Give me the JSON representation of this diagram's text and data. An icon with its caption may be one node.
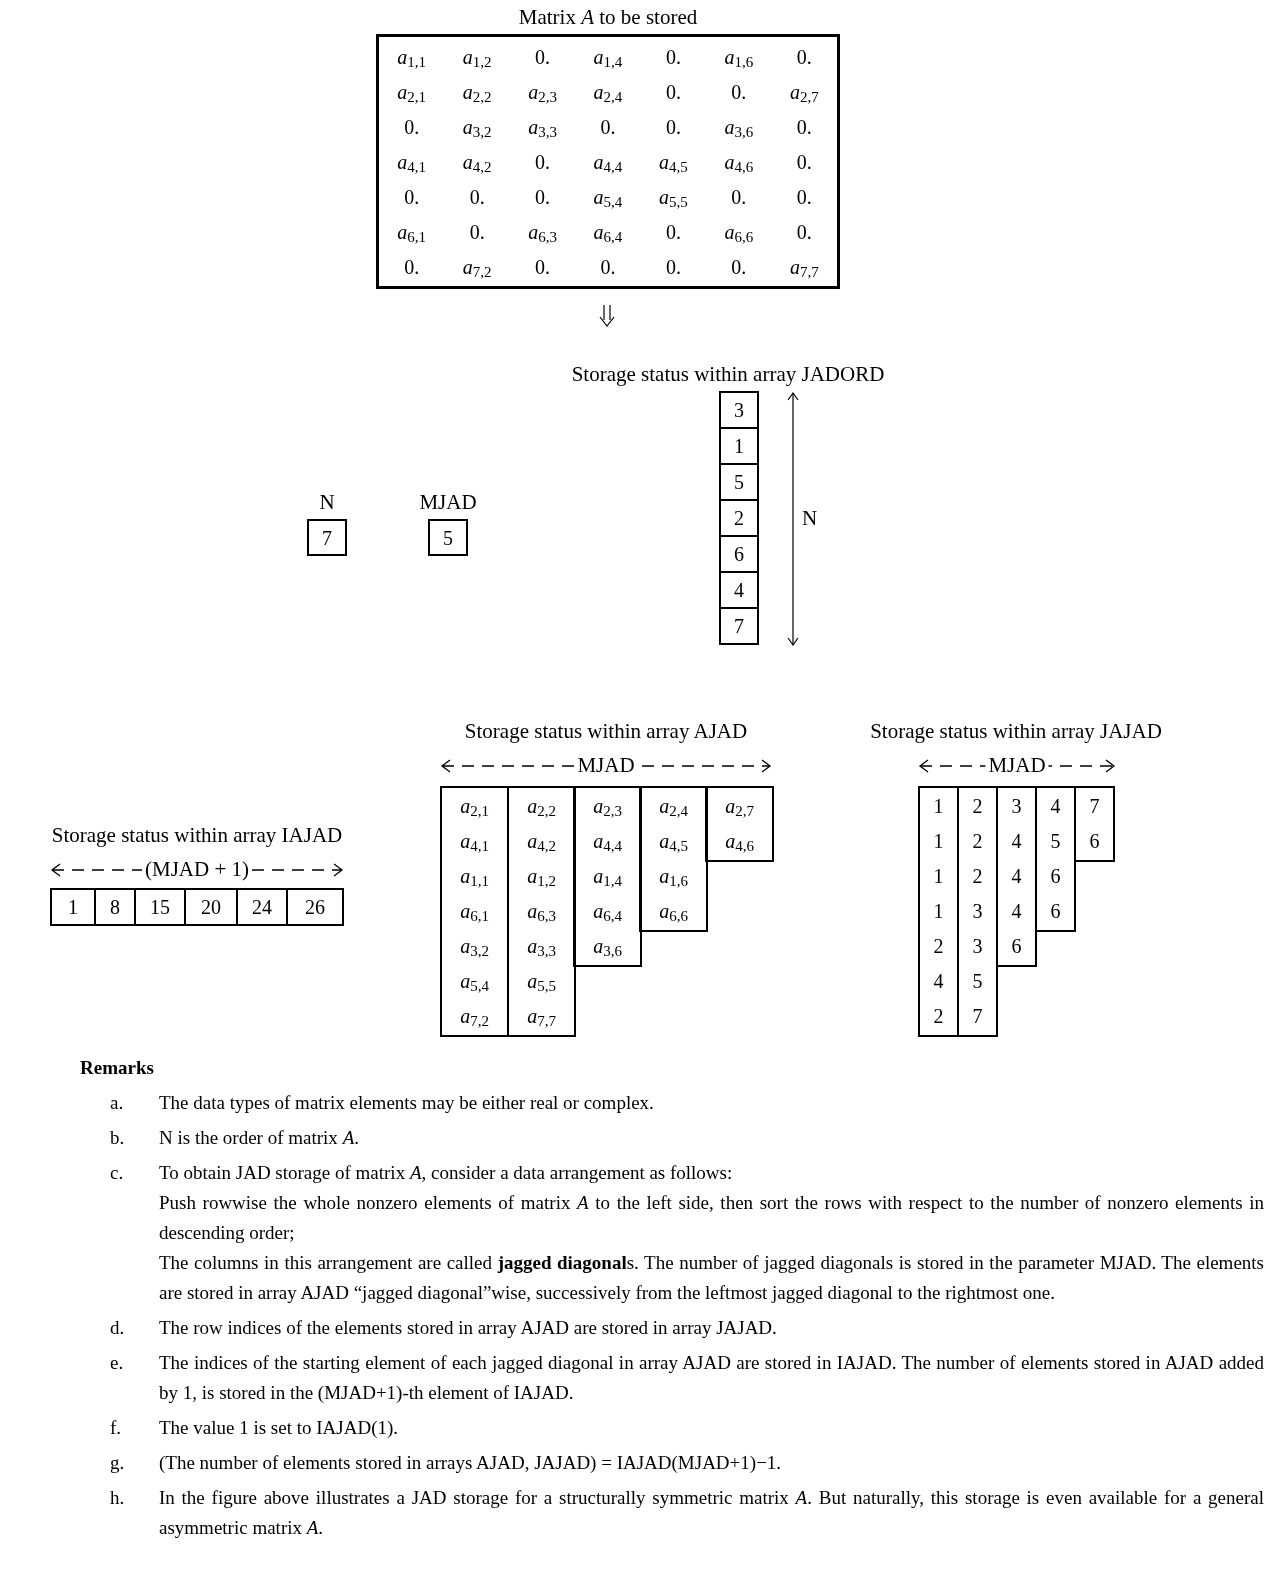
{
  "diagram": {
    "nodes": [
      {
        "text": [
          "Matrix *A* to be stored",
          "*a*$_{1,1}$",
          "*a*$_{1,2}$",
          "0.",
          "*a*$_{1,4}$",
          "0.",
          "*a*$_{1,6}$",
          "0.",
          "*a*$_{2,1}$",
          "*a*$_{2,2}$",
          "*a*$_{2,3}$",
          "*a*$_{2,4}$",
          "0.",
          "0.",
          "*a*$_{2,7}$",
          "0.",
          "*a*$_{3,2}$",
          "*a*$_{3,3}$",
          "0.",
          "0.",
          "*a*$_{3,6}$",
          "0.",
          "*a*$_{4,1}$",
          "*a*$_{4,2}$",
          "0.",
          "*a*$_{4,4}$",
          "*a*$_{4,5}$",
          "*a*$_{4,6}$",
          "0.",
          "0.",
          "0.",
          "0.",
          "*a*$_{5,4}$",
          "*a*$_{5,5}$",
          "0.",
          "0.",
          "*a*$_{6,1}$",
          "0.",
          "*a*$_{6,3}$",
          "*a*$_{6,4}$",
          "0.",
          "*a*$_{6,6}$",
          "0.",
          "0.",
          "*a*$_{7,2}$",
          "0.",
          "0.",
          "0.",
          "0.",
          "*a*$_{7,7}$"
        ]
      },
      {
        "text": [
          "N",
          "7"
        ]
      },
      {
        "text": [
          "MJAD",
          "5"
        ]
      },
      {
        "text": [
          "3"
        ]
      },
      {
        "text": [
          "1"
        ]
      },
      {
        "text": [
          "5"
        ]
      },
      {
        "text": [
          "2"
        ]
      },
      {
        "text": [
          "6"
        ]
      },
      {
        "text": [
          "4"
        ]
      },
      {
        "text": [
          "7"
        ]
      },
      {
        "text": [
          "*a*$_{2,1}$",
          "*a*$_{4,1}$",
          "*a*$_{1,1}$",
          "*a*$_{6,1}$",
          "*a*$_{3,2}$",
          "*a*$_{5,4}$",
          "*a*$_{7,2}$"
        ]
      },
      {
        "text": [
          "*a*$_{2,2}$",
          "*a*$_{4,2}$",
          "*a*$_{1,2}$",
          "*a*$_{6,3}$",
          "*a*$_{3,3}$",
          "*a*$_{5,5}$",
          "*a*$_{7,7}$"
        ]
      },
      {
        "text": [
          "*a*$_{2,3}$",
          "*a*$_{4,4}$",
          "*a*$_{1,4}$",
          "*a*$_{6,4}$",
          "*a*$_{3,6}$"
        ]
      },
      {
        "text": [
          "*a*$_{2,4}$",
          "*a*$_{4,5}$",
          "*a*$_{1,6}$",
          "*a*$_{6,6}$"
        ]
      },
      {
        "text": [
          "*a*$_{2,7}$",
          "*a*$_{4,6}$"
        ]
      },
      {
        "text": [
          "1",
          "1",
          "1",
          "1",
          "2",
          "4",
          "2"
        ]
      },
      {
        "text": [
          "2",
          "2",
          "2",
          "3",
          "3",
          "5",
          "7"
        ]
      },
      {
        "text": [
          "3",
          "4",
          "4",
          "4",
          "6"
        ]
      },
      {
        "text": [
          "4",
          "5",
          "6",
          "6"
        ]
      },
      {
        "text": [
          "7",
          "6"
        ]
      },
      {
        "text": [
          "1"
        ]
      },
      {
        "text": [
          "8"
        ]
      },
      {
        "text": [
          "15"
        ]
      },
      {
        "text": [
          "20"
        ]
      },
      {
        "text": [
          "24"
        ]
      },
      {
        "text": [
          "26"
        ]
      }
    ],
    "labels": [
      "Storage status within array JADORD",
      "N",
      "Storage status within array AJAD",
      "MJAD",
      "Storage status within array JAJAD",
      "MJAD",
      "Storage status within array IAJAD",
      "(MJAD + 1)",
      "Remarks",
      "a.",
      "The data types of matrix elements may be either real or complex.",
      "b.",
      "N is the order of matrix *A*.",
      "c.",
      "To obtain JAD storage of matrix *A*, consider a data arrangement as follows:",
      "Push rowwise the whole nonzero elements of matrix *A* to the left side, then sort the rows with respect to the number of nonzero elements in descending order;",
      "The columns in this arrangement are called **jagged diagonal**s. The number of jagged diagonals is stored in the parameter MJAD. The elements are stored in array AJAD “jagged diagonal”wise, successively from the leftmost jagged diagonal to the rightmost one.",
      "d.",
      "The row indices of the elements stored in array AJAD are stored in array JAJAD.",
      "e.",
      "The indices of the starting element of each jagged diagonal in array AJAD are stored in IAJAD. The number of elements stored in AJAD added by 1, is stored in the (MJAD+1)-th element of IAJAD.",
      "f.",
      "The value 1 is set to IAJAD(1).",
      "g.",
      "(The number of elements stored in arrays AJAD, JAJAD) = IAJAD(MJAD+1)−1.",
      "h.",
      "In the figure above illustrates a JAD storage for a structurally symmetric matrix *A*. But naturally, this storage is even available for a general asymmetric matrix *A*."
    ]
  }
}
